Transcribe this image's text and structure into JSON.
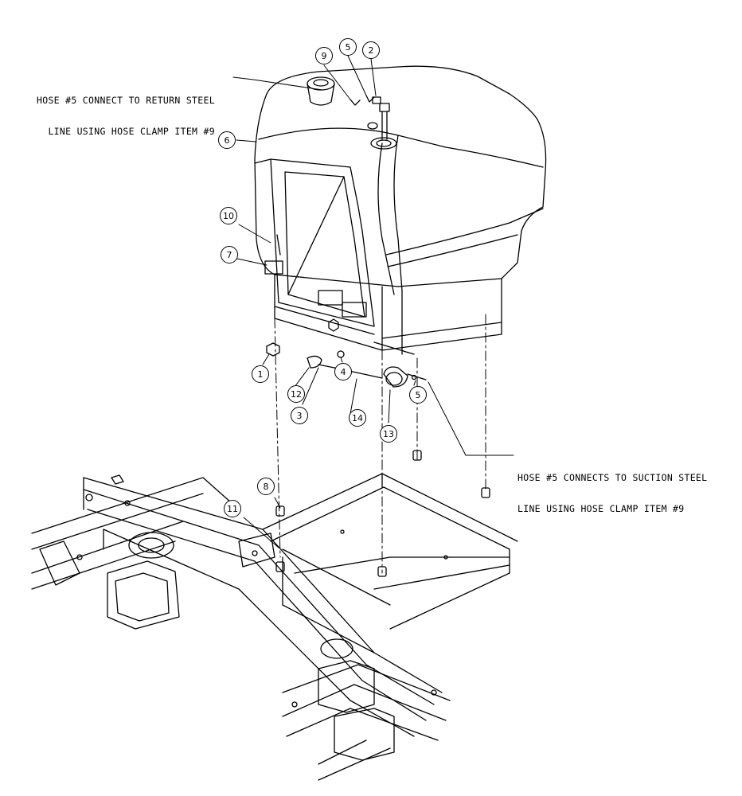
{
  "callouts": {
    "return_note": [
      "HOSE #5 CONNECT TO RETURN STEEL",
      "LINE USING HOSE CLAMP ITEM #9"
    ],
    "suction_note": [
      "HOSE #5 CONNECTS TO SUCTION STEEL",
      "LINE USING HOSE CLAMP ITEM #9"
    ]
  },
  "balloons": [
    "1",
    "2",
    "3",
    "4",
    "5",
    "5",
    "6",
    "7",
    "8",
    "9",
    "10",
    "11",
    "12",
    "13",
    "14"
  ],
  "colors": {
    "line": "#000000",
    "background": "#ffffff"
  }
}
